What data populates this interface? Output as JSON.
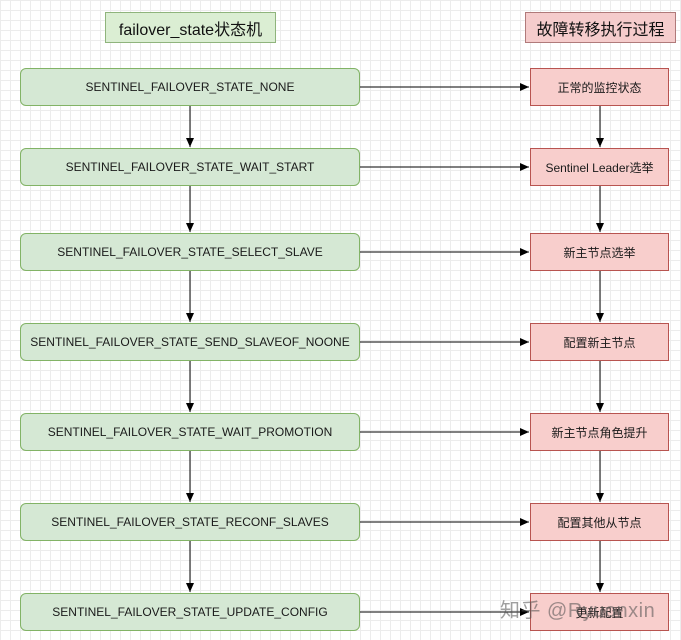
{
  "headers": {
    "left": "failover_state状态机",
    "right": "故障转移执行过程"
  },
  "states": [
    "SENTINEL_FAILOVER_STATE_NONE",
    "SENTINEL_FAILOVER_STATE_WAIT_START",
    "SENTINEL_FAILOVER_STATE_SELECT_SLAVE",
    "SENTINEL_FAILOVER_STATE_SEND_SLAVEOF_NOONE",
    "SENTINEL_FAILOVER_STATE_WAIT_PROMOTION",
    "SENTINEL_FAILOVER_STATE_RECONF_SLAVES",
    "SENTINEL_FAILOVER_STATE_UPDATE_CONFIG"
  ],
  "steps": [
    "正常的监控状态",
    "Sentinel Leader选举",
    "新主节点选举",
    "配置新主节点",
    "新主节点角色提升",
    "配置其他从节点",
    "更新配置"
  ],
  "watermark": "知乎 @Ryuonxin",
  "colors": {
    "state_fill": "#d5e8d4",
    "state_border": "#82b366",
    "step_fill": "#f8cecc",
    "step_border": "#b85450"
  }
}
